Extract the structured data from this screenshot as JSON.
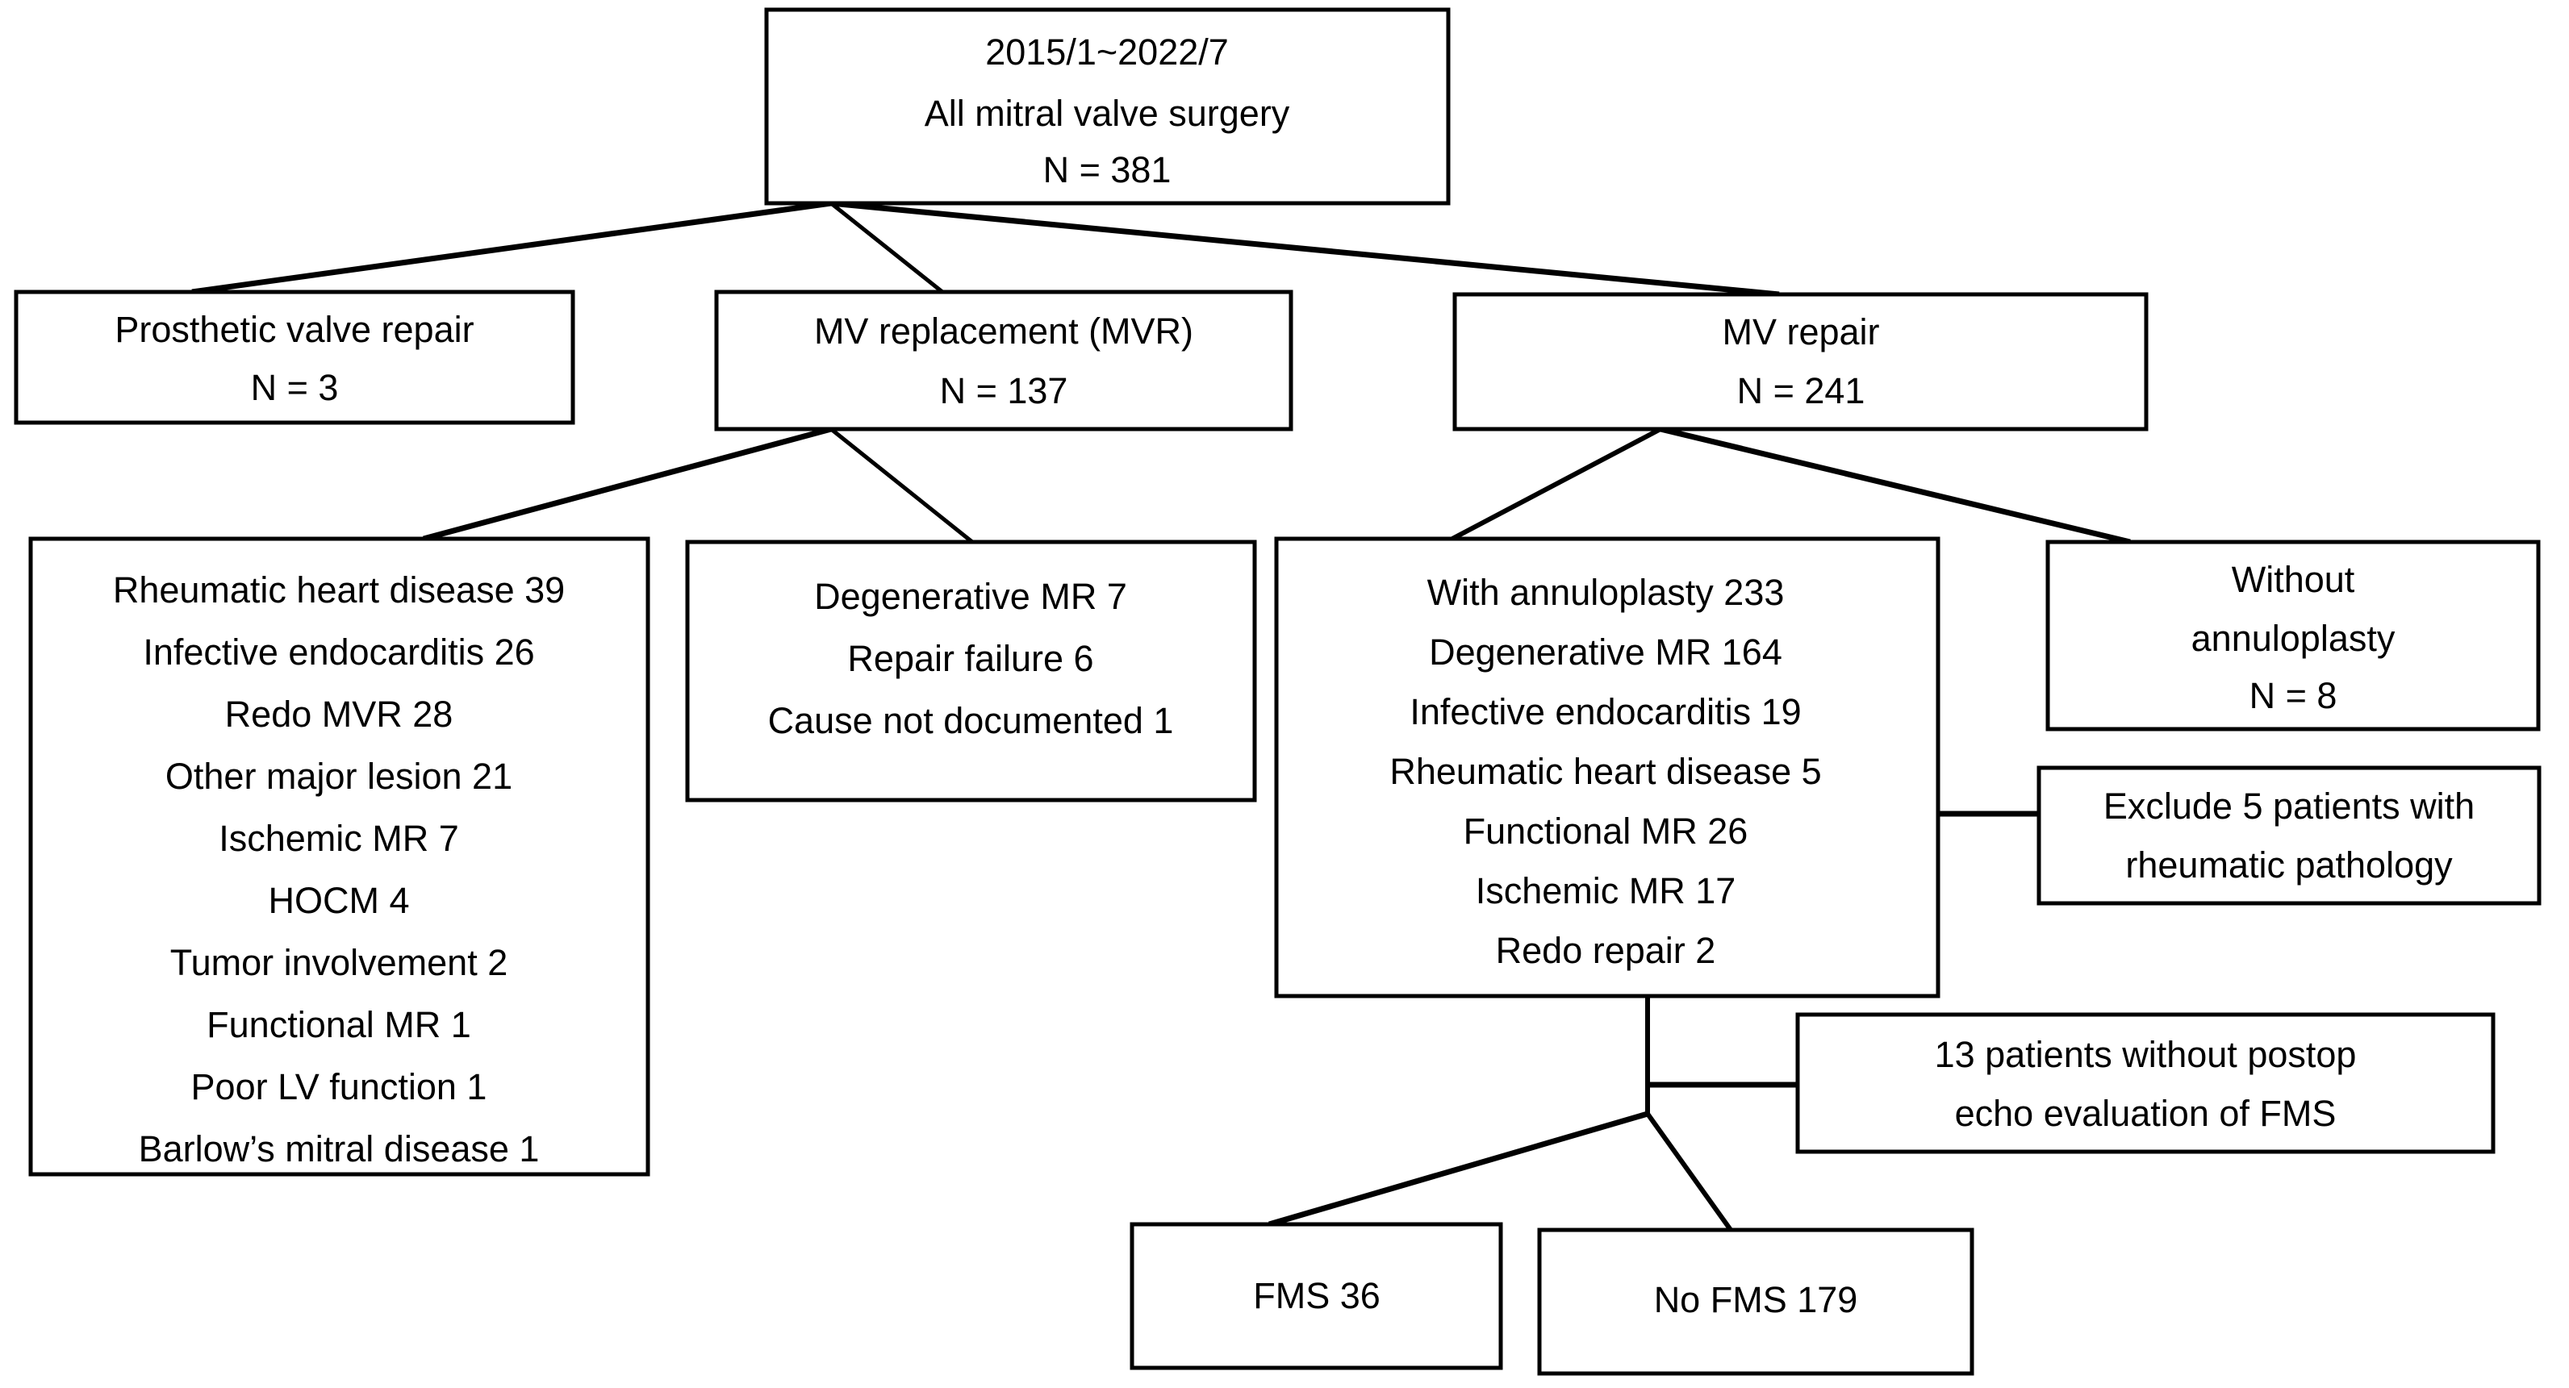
{
  "figure": {
    "type": "flowchart",
    "title": "Mitral valve surgery patient flow diagram",
    "line_color": "#000000",
    "box_fill": "#ffffff",
    "background": "#ffffff"
  },
  "nodes": {
    "root": {
      "name": "all-mitral-valve-surgery",
      "lines": [
        "2015/1~2022/7",
        "All mitral valve surgery",
        "N = 381"
      ]
    },
    "prosthetic_valve_repair": {
      "name": "prosthetic-valve-repair",
      "lines": [
        "Prosthetic valve repair",
        "N = 3"
      ]
    },
    "mv_replacement": {
      "name": "mv-replacement",
      "lines": [
        "MV replacement (MVR)",
        "N = 137"
      ]
    },
    "mv_repair": {
      "name": "mv-repair",
      "lines": [
        "MV repair",
        "N = 241"
      ]
    },
    "mvr_indications": {
      "name": "mvr-indications",
      "lines": [
        "Rheumatic heart disease 39",
        "Infective endocarditis 26",
        "Redo MVR 28",
        "Other major lesion 21",
        "Ischemic MR 7",
        "HOCM 4",
        "Tumor involvement 2",
        "Functional MR 1",
        "Poor LV function 1",
        "Barlow’s mitral disease 1"
      ]
    },
    "mvr_other_causes": {
      "name": "mvr-other-causes",
      "lines": [
        "Degenerative MR 7",
        "Repair failure 6",
        "Cause not documented 1"
      ]
    },
    "with_annuloplasty": {
      "name": "with-annuloplasty",
      "lines": [
        "With annuloplasty 233",
        "Degenerative MR 164",
        "Infective endocarditis 19",
        "Rheumatic heart disease 5",
        "Functional MR 26",
        "Ischemic MR 17",
        "Redo repair 2"
      ]
    },
    "without_annuloplasty": {
      "name": "without-annuloplasty",
      "lines": [
        "Without",
        "annuloplasty",
        "N = 8"
      ]
    },
    "exclude_rheumatic": {
      "name": "exclude-rheumatic-patients",
      "lines": [
        "Exclude 5 patients with",
        "rheumatic pathology"
      ]
    },
    "no_postop_echo": {
      "name": "no-postop-echo-evaluation",
      "lines": [
        "13 patients without postop",
        "echo evaluation of FMS"
      ]
    },
    "fms": {
      "name": "fms-group",
      "lines": [
        "FMS 36"
      ]
    },
    "no_fms": {
      "name": "no-fms-group",
      "lines": [
        "No FMS 179"
      ]
    }
  },
  "counts": {
    "total_surgery": 381,
    "prosthetic_valve_repair": 3,
    "mv_replacement": 137,
    "mv_repair": 241,
    "with_annuloplasty": 233,
    "without_annuloplasty": 8,
    "excluded_rheumatic": 5,
    "no_postop_echo": 13,
    "fms": 36,
    "no_fms": 179
  }
}
